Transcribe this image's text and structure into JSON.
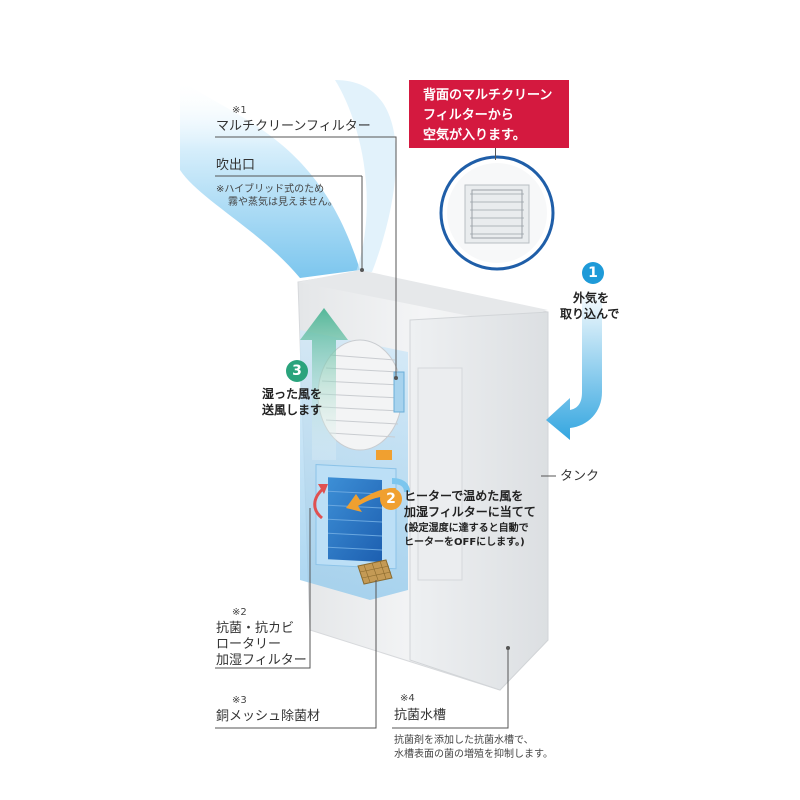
{
  "callout": {
    "lines": [
      "背面のマルチクリーン",
      "フィルターから",
      "空気が入ります。"
    ]
  },
  "labels": {
    "filter_note_mark": "※1",
    "filter_name": "マルチクリーンフィルター",
    "outlet": "吹出口",
    "outlet_note_1": "※ハイブリッド式のため",
    "outlet_note_2": "霧や蒸気は見えません。",
    "tank": "タンク",
    "rotary_mark": "※2",
    "rotary_lines": [
      "抗菌・抗カビ",
      "ロータリー",
      "加湿フィルター"
    ],
    "mesh_mark": "※3",
    "mesh": "銅メッシュ除菌材",
    "tray_mark": "※4",
    "tray": "抗菌水槽",
    "tray_desc_1": "抗菌剤を添加した抗菌水槽で、",
    "tray_desc_2": "水槽表面の菌の増殖を抑制します。"
  },
  "steps": [
    {
      "num": "1",
      "lines": [
        "外気を",
        "取り込んで"
      ]
    },
    {
      "num": "2",
      "lines": [
        "ヒーターで温めた風を",
        "加湿フィルターに当てて"
      ],
      "sub": [
        "(設定湿度に達すると自動で",
        "ヒーターをOFFにします。)"
      ]
    },
    {
      "num": "3",
      "lines": [
        "湿った風を",
        "送風します"
      ]
    }
  ],
  "colors": {
    "accent_red": "#d4193f",
    "step_blue": "#1e9ad8",
    "step_orange": "#f0a030",
    "step_green": "#2aa37c",
    "air_blue": "#8ccdf0"
  }
}
